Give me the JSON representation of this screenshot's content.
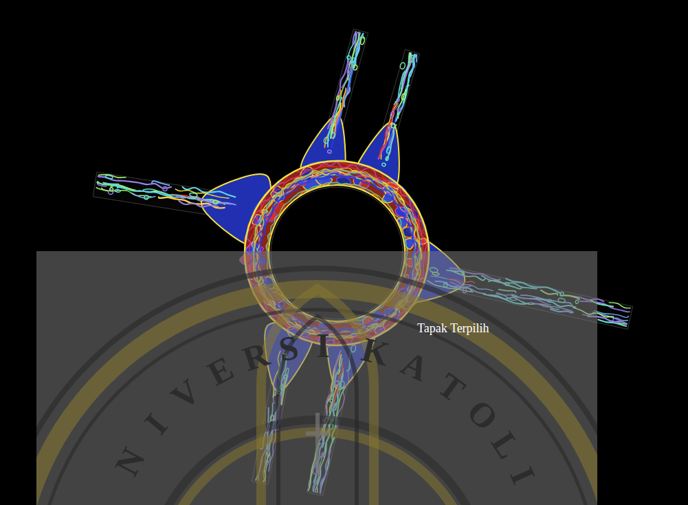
{
  "diagram": {
    "labels": [
      "Tapak Terpilih",
      "NIVERSI",
      "KATOLI"
    ]
  }
}
